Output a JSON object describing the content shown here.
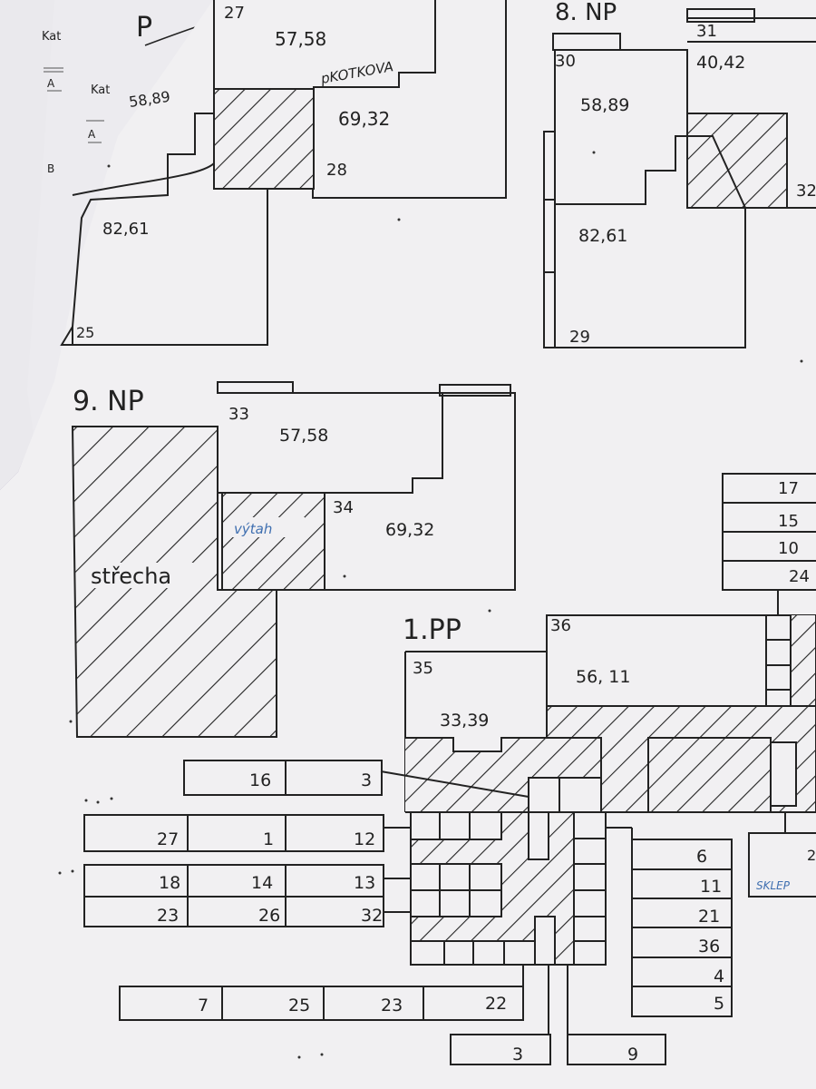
{
  "colors": {
    "background": "#8d7aa8",
    "paper": "#f1f0f2",
    "ink": "#222222",
    "pen_blue": "#3f6fb0"
  },
  "back_sheets": {
    "sheet_a_labels": [
      "Kat",
      "A",
      "B"
    ],
    "sheet_b_labels": [
      "Kat",
      "A"
    ],
    "top_left_floor_fragment": "P"
  },
  "floor_7": {
    "rooms": [
      "27",
      "57,58",
      "69,32",
      "28",
      "58,89",
      "82,61",
      "25"
    ],
    "handwritten_note": "pKOTKOVA"
  },
  "floor_8": {
    "title": "8. NP",
    "rooms": [
      "30",
      "31",
      "40,42",
      "58,89",
      "82,61",
      "29",
      "32"
    ]
  },
  "floor_9": {
    "title": "9. NP",
    "rooms": [
      "33",
      "57,58",
      "34",
      "69,32"
    ],
    "roof_label": "střecha",
    "pen_note": "výtah"
  },
  "right_stack": [
    "17",
    "15",
    "10",
    "24"
  ],
  "basement": {
    "title": "1.PP",
    "room_35": "35",
    "room_35_area": "33,39",
    "room_36": "36",
    "room_36_area": "56, 11",
    "pen_note": "SKLEP"
  },
  "cellar_rows": {
    "row1": [
      "16",
      "3"
    ],
    "row2": [
      "27",
      "1",
      "12"
    ],
    "row3": [
      "18",
      "14",
      "13"
    ],
    "row4": [
      "23",
      "26",
      "32"
    ],
    "right_column": [
      "6",
      "11",
      "21",
      "36",
      "4",
      "5"
    ],
    "bottom_row": [
      "7",
      "25",
      "23",
      "22"
    ],
    "bottom_small": [
      "3",
      "9"
    ],
    "far_right_box": "2"
  }
}
